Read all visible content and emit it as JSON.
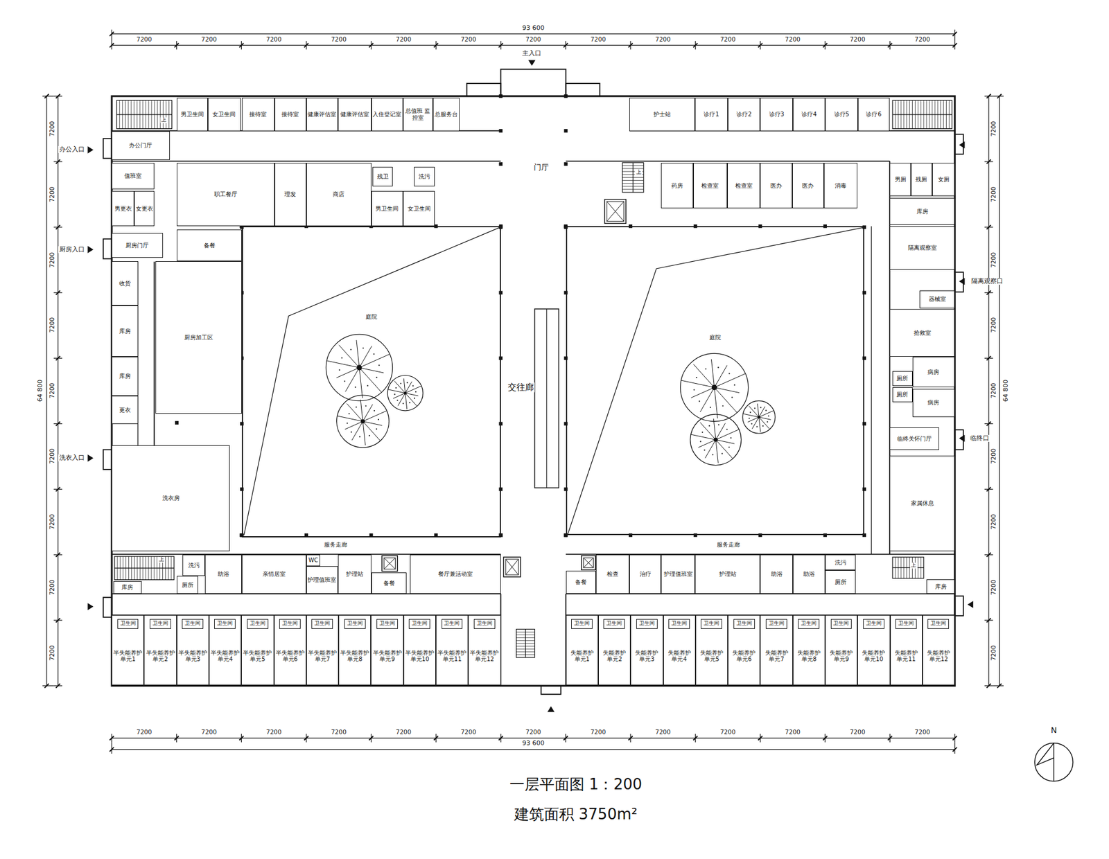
{
  "diagram": {
    "title": "一层平面图 1：200",
    "caption": "建筑面积 3750m²",
    "nodes": [
      {
        "text": [
          "男卫生间"
        ]
      },
      {
        "text": [
          "女卫生间"
        ]
      },
      {
        "text": [
          "接待室"
        ]
      },
      {
        "text": [
          "接待室"
        ]
      },
      {
        "text": [
          "健康评估室"
        ]
      },
      {
        "text": [
          "健康评估室"
        ]
      },
      {
        "text": [
          "入住登记室"
        ]
      },
      {
        "text": [
          "总值班 监控室"
        ]
      },
      {
        "text": [
          "总服务台"
        ]
      },
      {
        "text": [
          "护士站"
        ]
      },
      {
        "text": [
          "诊疗1"
        ]
      },
      {
        "text": [
          "诊疗2"
        ]
      },
      {
        "text": [
          "诊疗3"
        ]
      },
      {
        "text": [
          "诊疗4"
        ]
      },
      {
        "text": [
          "诊疗5"
        ]
      },
      {
        "text": [
          "诊疗6"
        ]
      },
      {
        "text": [
          "办公门厅"
        ]
      },
      {
        "text": [
          "值班室"
        ]
      },
      {
        "text": [
          "职工餐厅"
        ]
      },
      {
        "text": [
          "理发"
        ]
      },
      {
        "text": [
          "商店"
        ]
      },
      {
        "text": [
          "残卫"
        ]
      },
      {
        "text": [
          "洗污"
        ]
      },
      {
        "text": [
          "男卫生间"
        ]
      },
      {
        "text": [
          "女卫生间"
        ]
      },
      {
        "text": [
          "药房"
        ]
      },
      {
        "text": [
          "检查室"
        ]
      },
      {
        "text": [
          "检查室"
        ]
      },
      {
        "text": [
          "医办"
        ]
      },
      {
        "text": [
          "医办"
        ]
      },
      {
        "text": [
          "消毒"
        ]
      },
      {
        "text": [
          "男厕"
        ]
      },
      {
        "text": [
          "残厕"
        ]
      },
      {
        "text": [
          "女厕"
        ]
      },
      {
        "text": [
          "男更衣"
        ]
      },
      {
        "text": [
          "女更衣"
        ]
      },
      {
        "text": [
          "库房"
        ]
      },
      {
        "text": [
          "厨房门厅"
        ]
      },
      {
        "text": [
          "备餐"
        ]
      },
      {
        "text": [
          "隔离观察室"
        ]
      },
      {
        "text": [
          "收货"
        ]
      },
      {
        "text": [
          "厨房加工区"
        ]
      },
      {
        "text": [
          "庭院"
        ]
      },
      {
        "text": [
          "庭院"
        ]
      },
      {
        "text": [
          "器械室"
        ]
      },
      {
        "text": [
          "抢救室"
        ]
      },
      {
        "text": [
          "库房"
        ]
      },
      {
        "text": [
          "病房"
        ]
      },
      {
        "text": [
          "厕所"
        ]
      },
      {
        "text": [
          "库房"
        ]
      },
      {
        "text": [
          "厕所"
        ]
      },
      {
        "text": [
          "病房"
        ]
      },
      {
        "text": [
          "更衣"
        ]
      },
      {
        "text": [
          "临终关怀门厅"
        ]
      },
      {
        "text": [
          "洗衣房"
        ]
      },
      {
        "text": [
          "家属休息"
        ]
      },
      {
        "text": [
          "库房"
        ]
      },
      {
        "text": [
          "洗污"
        ]
      },
      {
        "text": [
          "厕所"
        ]
      },
      {
        "text": [
          "助浴"
        ]
      },
      {
        "text": [
          "亲情居室"
        ]
      },
      {
        "text": [
          "WC"
        ]
      },
      {
        "text": [
          "护理值班室"
        ]
      },
      {
        "text": [
          "护理站"
        ]
      },
      {
        "text": [
          "备餐"
        ]
      },
      {
        "text": [
          "餐厅兼活动室"
        ]
      },
      {
        "text": [
          "备餐"
        ]
      },
      {
        "text": [
          "检查"
        ]
      },
      {
        "text": [
          "治疗"
        ]
      },
      {
        "text": [
          "护理值班室"
        ]
      },
      {
        "text": [
          "护理站"
        ]
      },
      {
        "text": [
          "助浴"
        ]
      },
      {
        "text": [
          "助浴"
        ]
      },
      {
        "text": [
          "洗污"
        ]
      },
      {
        "text": [
          "厕所"
        ]
      },
      {
        "text": [
          "库房"
        ]
      },
      {
        "text": [
          "半失能养护 单元1"
        ]
      },
      {
        "text": [
          "卫生间"
        ],
        "in": 76
      },
      {
        "text": [
          "半失能养护 单元2"
        ]
      },
      {
        "text": [
          "卫生间"
        ],
        "in": 78
      },
      {
        "text": [
          "半失能养护 单元3"
        ]
      },
      {
        "text": [
          "卫生间"
        ],
        "in": 80
      },
      {
        "text": [
          "半失能养护 单元4"
        ]
      },
      {
        "text": [
          "卫生间"
        ],
        "in": 82
      },
      {
        "text": [
          "半失能养护 单元5"
        ]
      },
      {
        "text": [
          "卫生间"
        ],
        "in": 84
      },
      {
        "text": [
          "半失能养护 单元6"
        ]
      },
      {
        "text": [
          "卫生间"
        ],
        "in": 86
      },
      {
        "text": [
          "半失能养护 单元7"
        ]
      },
      {
        "text": [
          "卫生间"
        ],
        "in": 88
      },
      {
        "text": [
          "半失能养护 单元8"
        ]
      },
      {
        "text": [
          "卫生间"
        ],
        "in": 90
      },
      {
        "text": [
          "半失能养护 单元9"
        ]
      },
      {
        "text": [
          "卫生间"
        ],
        "in": 92
      },
      {
        "text": [
          "半失能养护 单元10"
        ]
      },
      {
        "text": [
          "卫生间"
        ],
        "in": 94
      },
      {
        "text": [
          "半失能养护 单元11"
        ]
      },
      {
        "text": [
          "卫生间"
        ],
        "in": 96
      },
      {
        "text": [
          "半失能养护 单元12"
        ]
      },
      {
        "text": [
          "卫生间"
        ],
        "in": 98
      },
      {
        "text": [
          "失能养护 单元1"
        ]
      },
      {
        "text": [
          "卫生间"
        ],
        "in": 100
      },
      {
        "text": [
          "失能养护 单元2"
        ]
      },
      {
        "text": [
          "卫生间"
        ],
        "in": 102
      },
      {
        "text": [
          "失能养护 单元3"
        ]
      },
      {
        "text": [
          "卫生间"
        ],
        "in": 104
      },
      {
        "text": [
          "失能养护 单元4"
        ]
      },
      {
        "text": [
          "卫生间"
        ],
        "in": 106
      },
      {
        "text": [
          "失能养护 单元5"
        ]
      },
      {
        "text": [
          "卫生间"
        ],
        "in": 108
      },
      {
        "text": [
          "失能养护 单元6"
        ]
      },
      {
        "text": [
          "卫生间"
        ],
        "in": 110
      },
      {
        "text": [
          "失能养护 单元7"
        ]
      },
      {
        "text": [
          "卫生间"
        ],
        "in": 112
      },
      {
        "text": [
          "失能养护 单元8"
        ]
      },
      {
        "text": [
          "卫生间"
        ],
        "in": 114
      },
      {
        "text": [
          "失能养护 单元9"
        ]
      },
      {
        "text": [
          "卫生间"
        ],
        "in": 116
      },
      {
        "text": [
          "失能养护 单元10"
        ]
      },
      {
        "text": [
          "卫生间"
        ],
        "in": 118
      },
      {
        "text": [
          "失能养护 单元11"
        ]
      },
      {
        "text": [
          "卫生间"
        ],
        "in": 120
      },
      {
        "text": [
          "失能养护 单元12"
        ]
      },
      {
        "text": [
          "卫生间"
        ],
        "in": 122
      }
    ],
    "labels": [
      "93 600",
      "7200",
      "7200",
      "7200",
      "7200",
      "7200",
      "7200",
      "7200",
      "7200",
      "7200",
      "7200",
      "7200",
      "7200",
      "7200",
      "7200",
      "7200",
      "7200",
      "7200",
      "7200",
      "7200",
      "7200",
      "7200",
      "7200",
      "64 800",
      "7200",
      "7200",
      "7200",
      "7200",
      "7200",
      "7200",
      "7200",
      "7200",
      "7200",
      "64 800",
      "7200",
      "7200",
      "7200",
      "7200",
      "7200",
      "7200",
      "7200",
      "7200",
      "7200",
      "7200",
      "7200",
      "7200",
      "7200",
      "93 600",
      "门厅",
      "交往廊",
      "服务走廊",
      "服务走廊",
      "主入口",
      "办公入口",
      "厨房入口",
      "洗衣入口",
      "隔离观察口",
      "临终口",
      "上",
      "上",
      "上",
      "上",
      "N"
    ]
  }
}
